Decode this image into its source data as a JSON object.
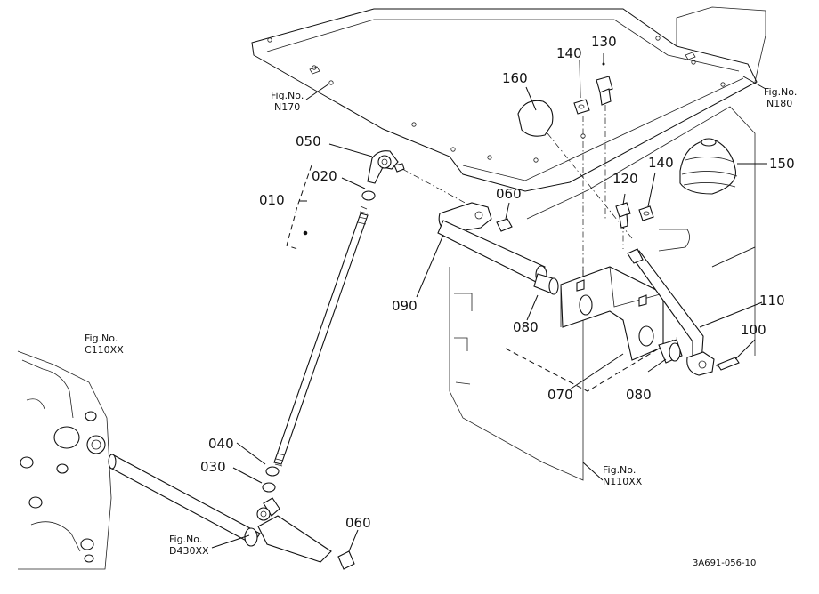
{
  "parts": [
    {
      "id": "p050",
      "label": "050"
    },
    {
      "id": "p020",
      "label": "020"
    },
    {
      "id": "p010",
      "label": "010"
    },
    {
      "id": "p060a",
      "label": "060"
    },
    {
      "id": "p090",
      "label": "090"
    },
    {
      "id": "p080a",
      "label": "080"
    },
    {
      "id": "p070",
      "label": "070"
    },
    {
      "id": "p080b",
      "label": "080"
    },
    {
      "id": "p140a",
      "label": "140"
    },
    {
      "id": "p130",
      "label": "130"
    },
    {
      "id": "p160",
      "label": "160"
    },
    {
      "id": "p120",
      "label": "120"
    },
    {
      "id": "p140b",
      "label": "140"
    },
    {
      "id": "p150",
      "label": "150"
    },
    {
      "id": "p110",
      "label": "110"
    },
    {
      "id": "p100",
      "label": "100"
    },
    {
      "id": "p040",
      "label": "040"
    },
    {
      "id": "p030",
      "label": "030"
    },
    {
      "id": "p060b",
      "label": "060"
    }
  ],
  "figure_refs": {
    "n170": {
      "line1": "Fig.No.",
      "line2": "N170"
    },
    "n180": {
      "line1": "Fig.No.",
      "line2": "N180"
    },
    "c110": {
      "line1": "Fig.No.",
      "line2": "C110XX"
    },
    "n110": {
      "line1": "Fig.No.",
      "line2": "N110XX"
    },
    "d430": {
      "line1": "Fig.No.",
      "line2": "D430XX"
    }
  },
  "drawing_code": "3A691-056-10"
}
